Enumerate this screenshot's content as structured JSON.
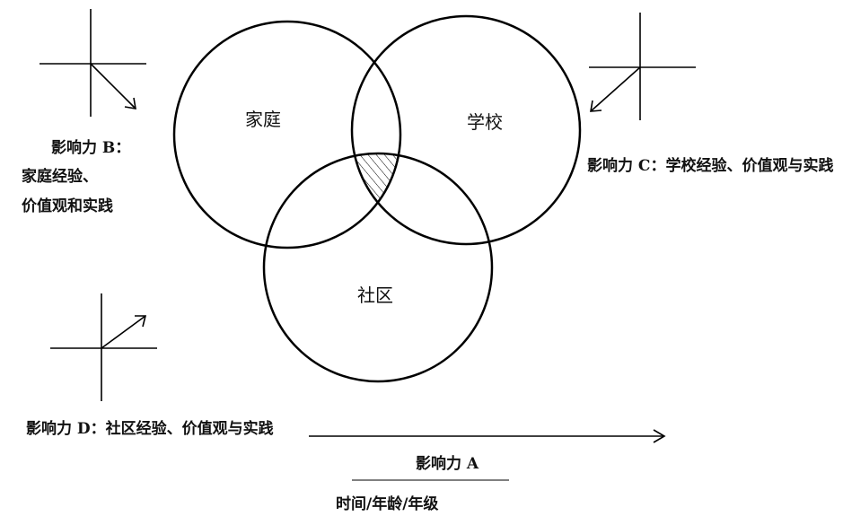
{
  "circles": {
    "family": "家庭",
    "school": "学校",
    "community": "社区"
  },
  "influences": {
    "b": {
      "title": "影响力 B：",
      "line1": "家庭经验、",
      "line2": "价值观和实践"
    },
    "c": {
      "text": "影响力 C：学校经验、价值观与实践"
    },
    "d": {
      "text": "影响力 D：社区经验、价值观与实践"
    },
    "a": {
      "title": "影响力 A",
      "axis": "时间/年龄/年级"
    }
  },
  "colors": {
    "stroke": "#000000",
    "text": "#111111"
  }
}
